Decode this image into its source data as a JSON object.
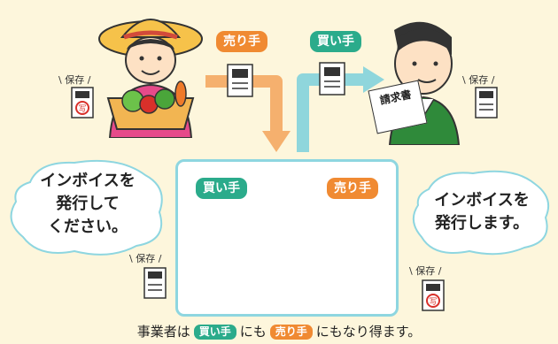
{
  "labels": {
    "seller": "売り手",
    "buyer": "買い手",
    "hozon": "\\ 保存 /",
    "invoice_doc": "請求書"
  },
  "clouds": {
    "left": "インボイスを\n発行して\nください。",
    "right": "インボイスを\n発行します。"
  },
  "caption": {
    "part1": "事業者は",
    "buyer_chip": "買い手",
    "part2": "にも",
    "seller_chip": "売り手",
    "part3": "にもなり得ます。"
  },
  "colors": {
    "seller": "#f08a32",
    "buyer": "#2bab8b",
    "arrow_orange": "#f5b06e",
    "arrow_teal": "#8fd6dc",
    "box_border": "#8ed6e0",
    "background": "#fdf6dc"
  },
  "icons": {
    "document": "document-icon",
    "copy_mark": "写"
  }
}
